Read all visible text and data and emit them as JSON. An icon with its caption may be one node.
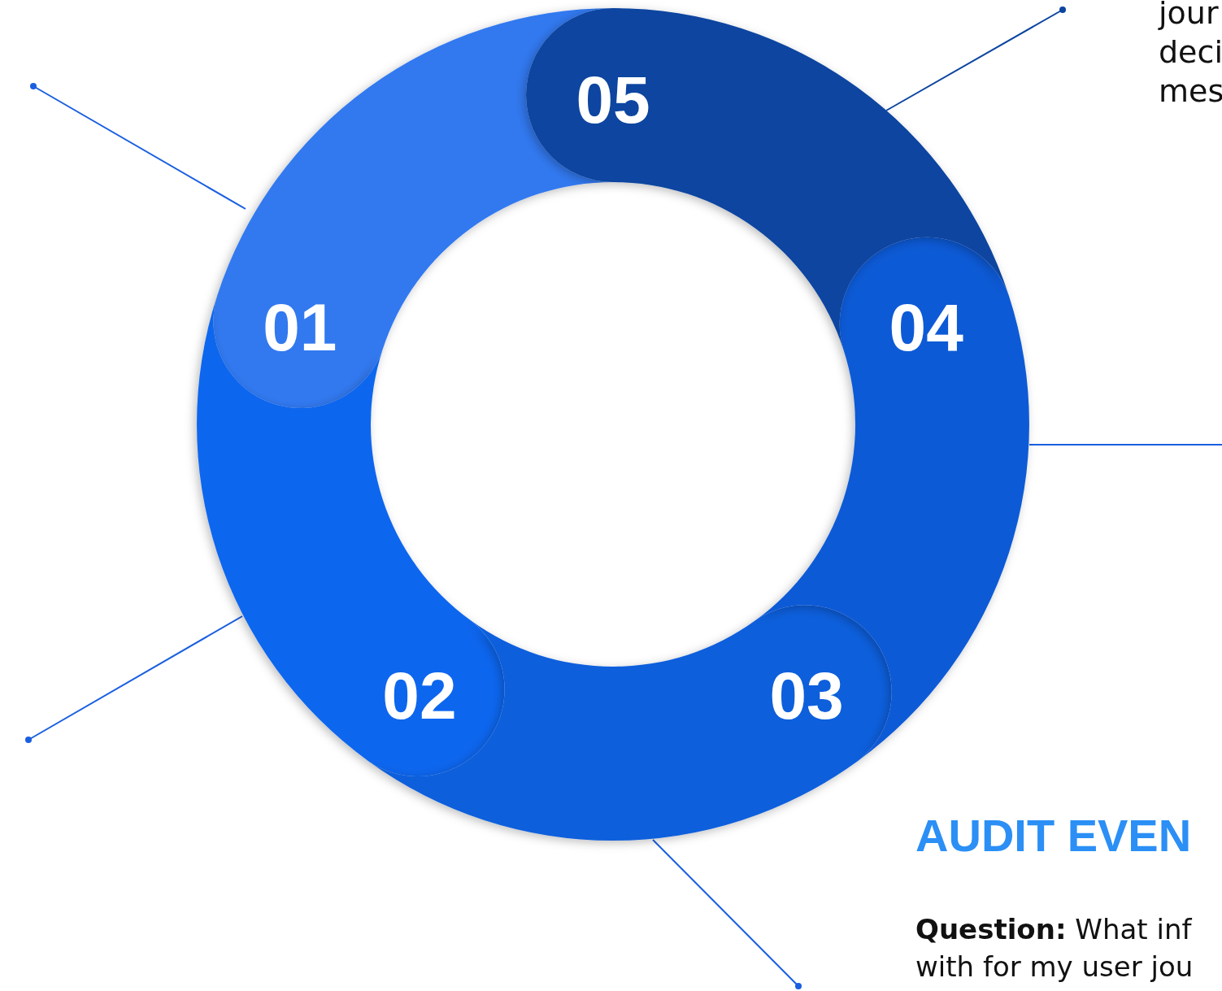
{
  "diagram": {
    "nodes": [
      {
        "text": [
          "01"
        ]
      },
      {
        "text": [
          "02"
        ]
      },
      {
        "text": [
          "03"
        ]
      },
      {
        "text": [
          "04"
        ]
      },
      {
        "text": [
          "05"
        ]
      }
    ],
    "edges": [
      {
        "from": 0,
        "to": null,
        "arrow": "other"
      },
      {
        "from": 1,
        "to": null,
        "arrow": "other"
      },
      {
        "from": 2,
        "to": null,
        "arrow": "other"
      },
      {
        "from": 3,
        "to": null,
        "arrow": "none"
      },
      {
        "from": 4,
        "to": null,
        "arrow": "other",
        "color": "#0b45a0"
      }
    ],
    "labels": [
      "jour deci mes",
      "AUDIT EVEN",
      "**Question:** What inf with for my user jou"
    ]
  }
}
